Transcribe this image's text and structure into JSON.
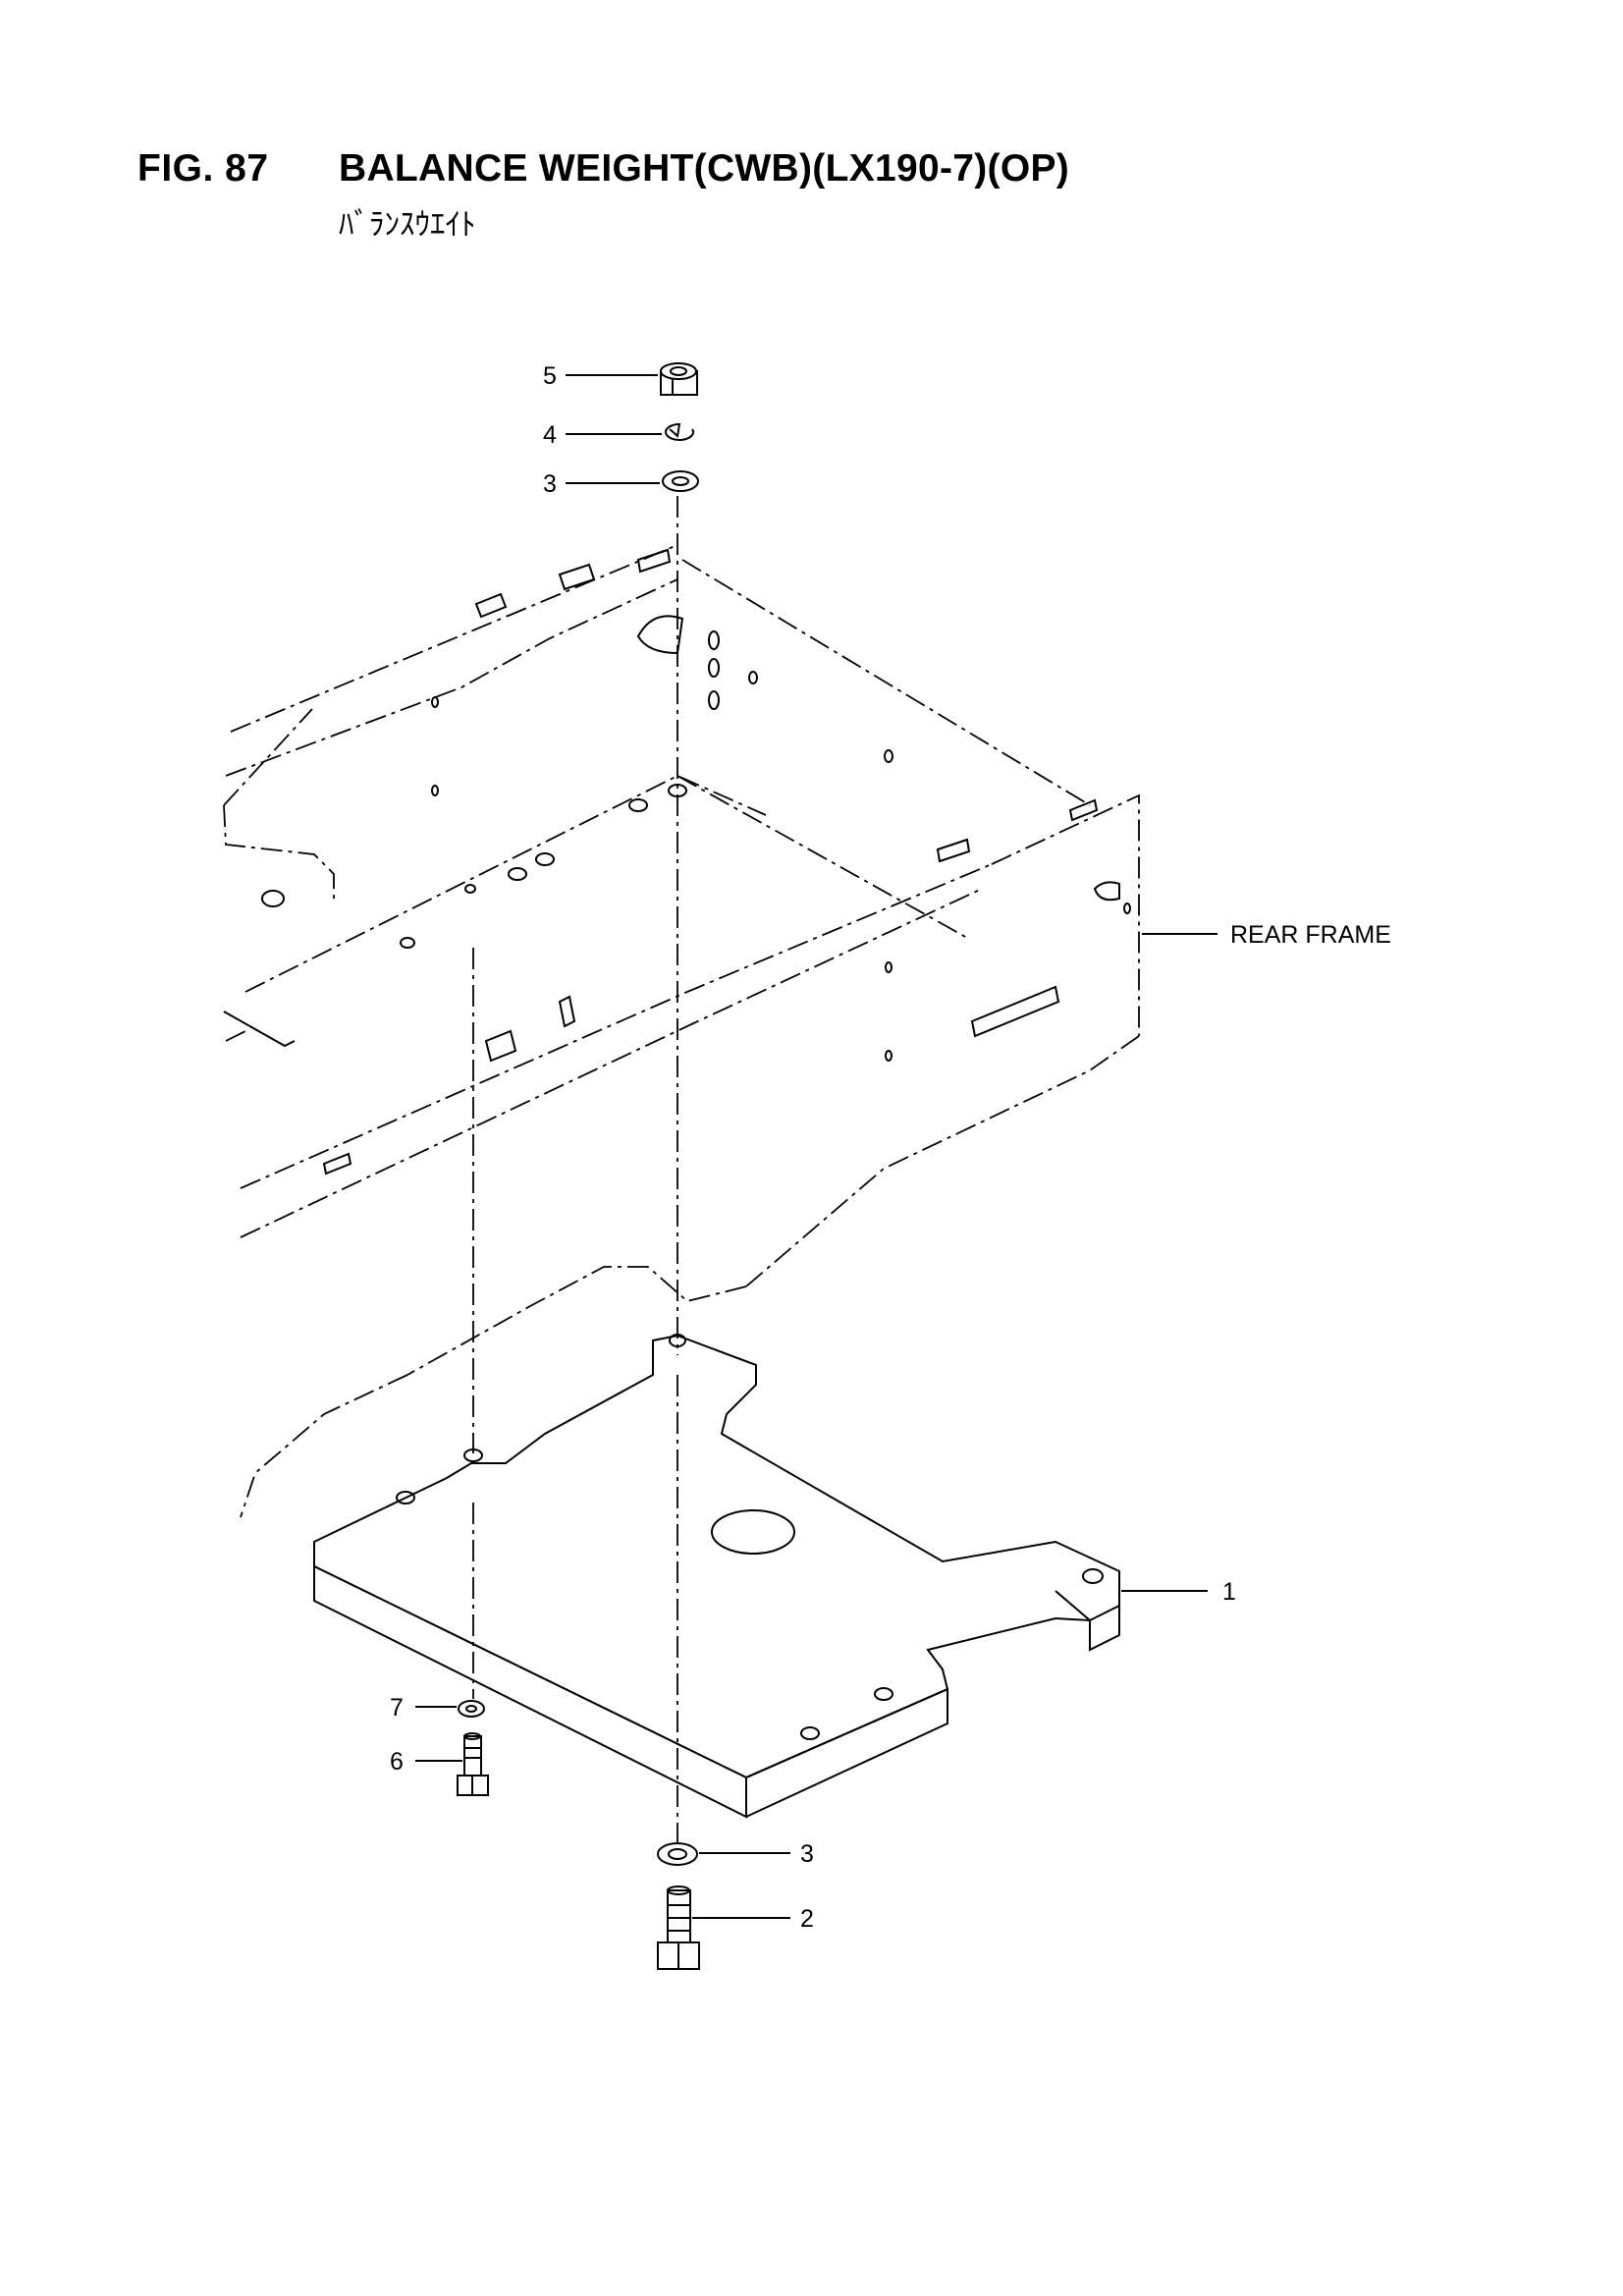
{
  "figure": {
    "number": "FIG. 87",
    "title": "BALANCE WEIGHT(CWB)(LX190-7)(OP)",
    "subtitle": "ﾊﾞﾗﾝｽｳｴｲﾄ"
  },
  "callouts": {
    "c5": "5",
    "c4": "4",
    "c3_top": "3",
    "rear_frame": "REAR FRAME",
    "c1": "1",
    "c7": "7",
    "c6": "6",
    "c3_bottom": "3",
    "c2": "2"
  }
}
